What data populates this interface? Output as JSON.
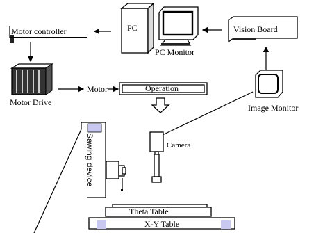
{
  "labels": {
    "motor_controller": "Motor controller",
    "pc": "PC",
    "pc_monitor": "PC Monitor",
    "vision_board": "Vision Board",
    "motor_drive": "Motor Drive",
    "motor": "Motor",
    "operation": "Operation",
    "image_monitor": "Image Monitor",
    "camera": "Camera",
    "sawing_device": "Sawing device",
    "theta_table": "Theta Table",
    "xy_table": "X-Y Table"
  },
  "colors": {
    "ink": "#000000",
    "table_pad": "#c8c8f0",
    "screen": "#ffffff"
  },
  "icons": [
    "pc-tower-icon",
    "crt-monitor-icon",
    "motor-drive-icon",
    "down-arrow-icon",
    "camera-icon",
    "motor-icon"
  ]
}
